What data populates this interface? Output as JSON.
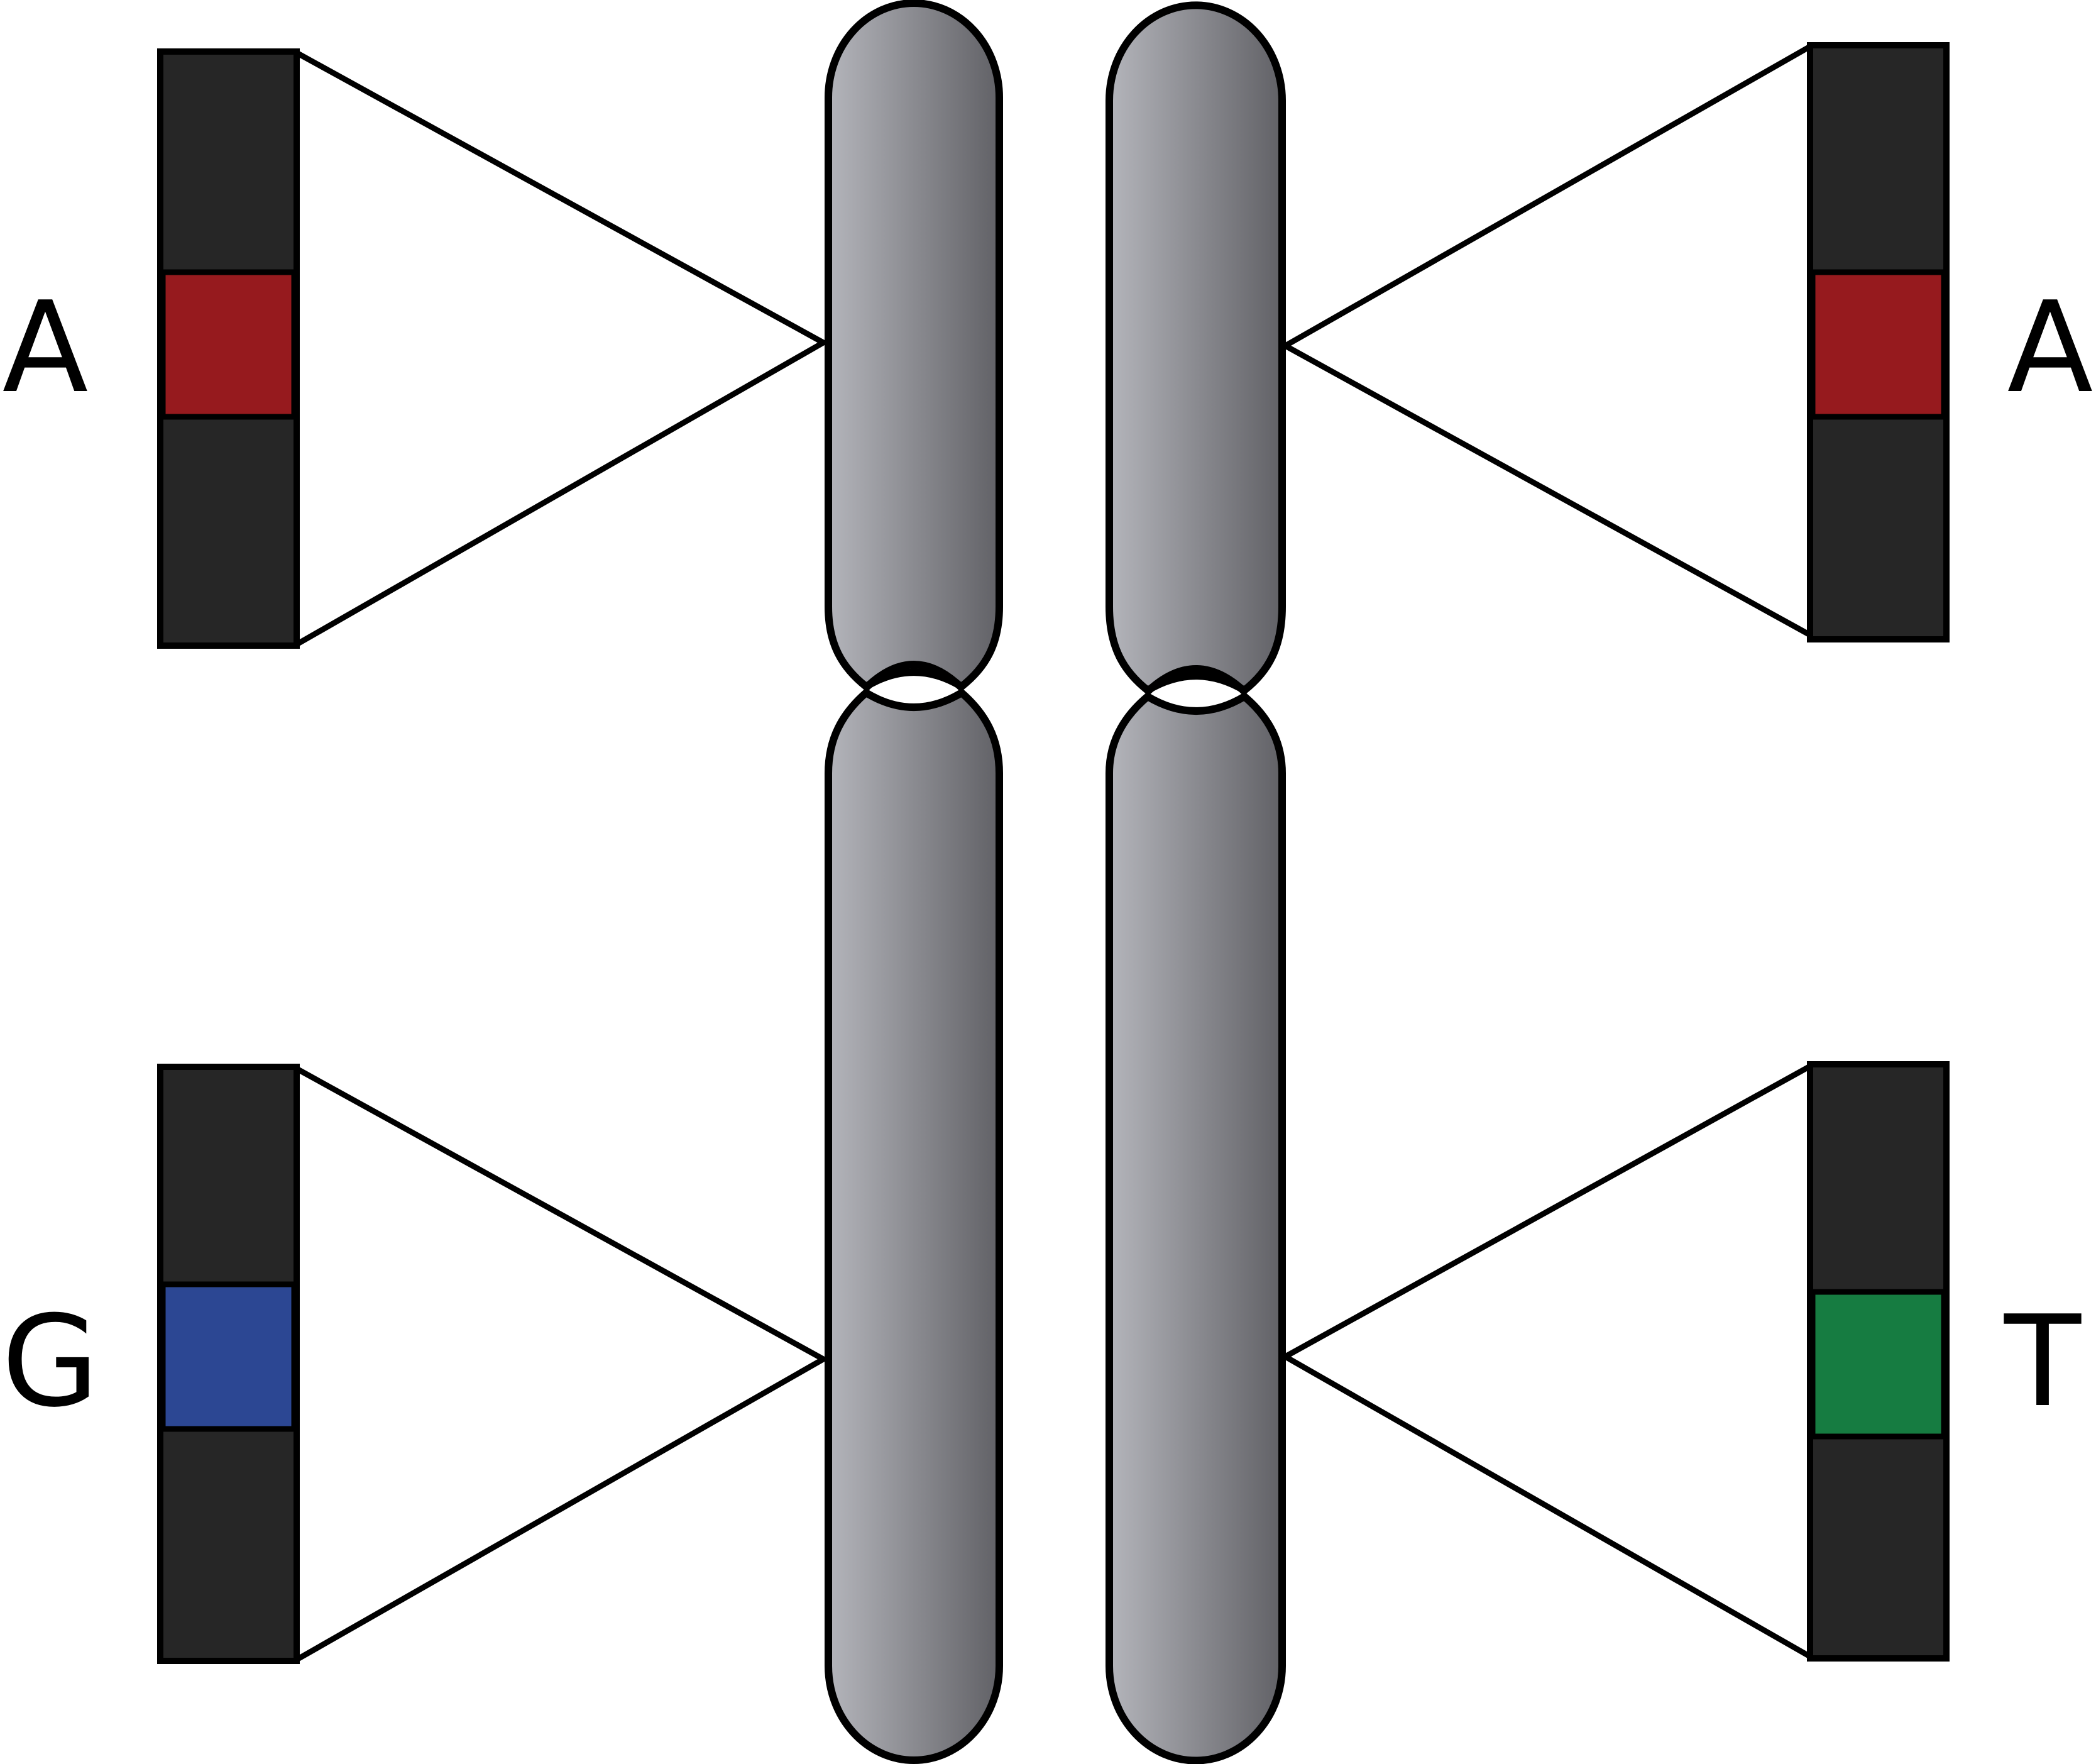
{
  "colors": {
    "chromosome_light": "#b4b5bb",
    "chromosome_dark": "#616166",
    "strand": "#262626",
    "outline": "#000000",
    "background": "#ffffff"
  },
  "chromosomes": [
    {
      "id": "left-chromosome"
    },
    {
      "id": "right-chromosome"
    }
  ],
  "loci": [
    {
      "id": "upper-left",
      "label": "A",
      "color": "#961a1e"
    },
    {
      "id": "upper-right",
      "label": "A",
      "color": "#961a1e"
    },
    {
      "id": "lower-left",
      "label": "G",
      "color": "#2c4793"
    },
    {
      "id": "lower-right",
      "label": "T",
      "color": "#167c41"
    }
  ]
}
